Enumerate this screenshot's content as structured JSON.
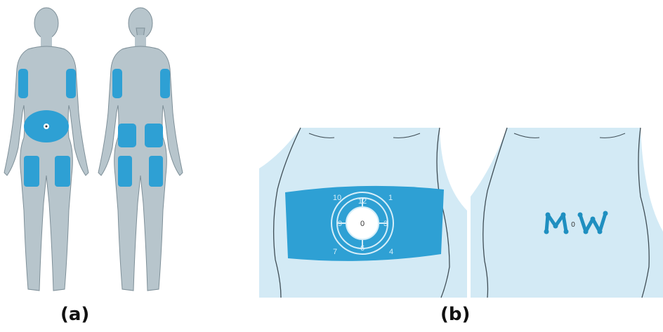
{
  "captions": {
    "a": "(a)",
    "b": "(b)"
  },
  "clock": {
    "center": "0",
    "ticks": [
      "10",
      "12",
      "1",
      "9",
      "3",
      "7",
      "6",
      "4"
    ]
  },
  "mw": {
    "left": "M",
    "center": "0",
    "right": "W"
  },
  "colors": {
    "body_fill": "#b7c5cc",
    "body_stroke": "#7e8f98",
    "injection_site": "#2ea0d4",
    "panel_bg": "#d3eaf5",
    "torso_fill": "#dcecf5",
    "outline": "#3f4d55",
    "mw_marks": "#1f8fc0"
  }
}
